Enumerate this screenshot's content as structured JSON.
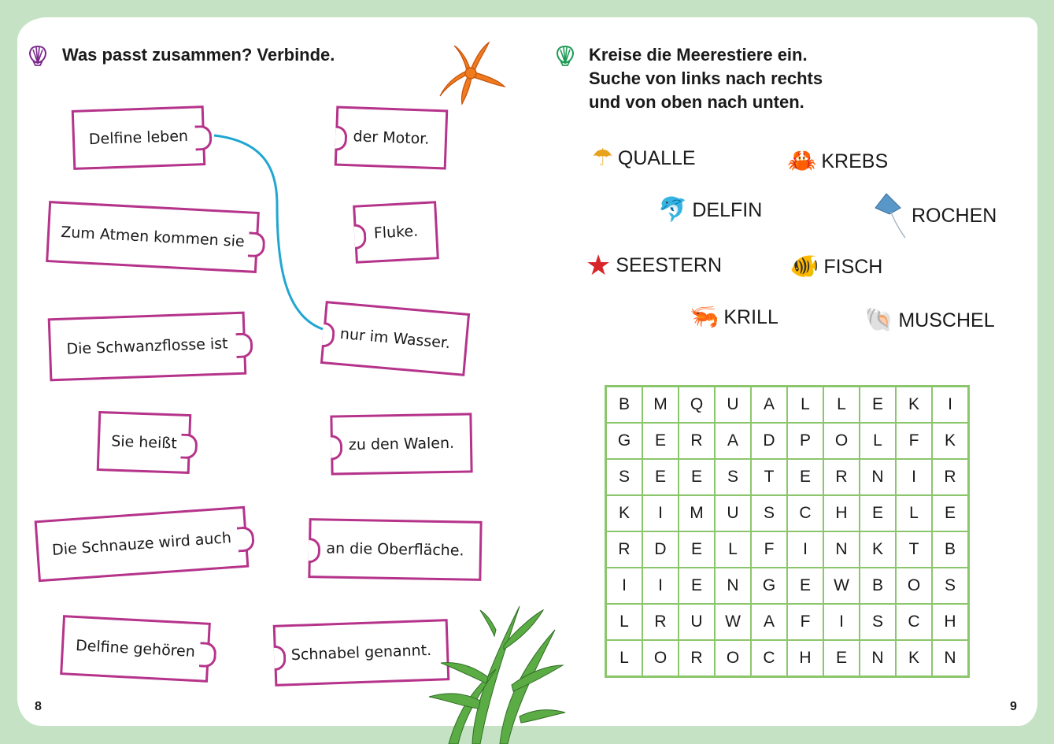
{
  "left_page": {
    "task_title": "Was passt zusammen? Verbinde.",
    "shell_icon_color": "#7b2a8c",
    "piece_border_color": "#b5338a",
    "connector_color": "#21a6d2",
    "left_pieces": [
      {
        "text": "Delfine leben"
      },
      {
        "text": "Zum Atmen kommen sie"
      },
      {
        "text": "Die Schwanzflosse ist"
      },
      {
        "text": "Sie heißt"
      },
      {
        "text": "Die Schnauze wird auch"
      },
      {
        "text": "Delfine gehören"
      }
    ],
    "right_pieces": [
      {
        "text": "der Motor."
      },
      {
        "text": "Fluke."
      },
      {
        "text": "nur im Wasser."
      },
      {
        "text": "zu den Walen."
      },
      {
        "text": "an die Oberfläche."
      },
      {
        "text": "Schnabel genannt."
      }
    ],
    "page_number": "8"
  },
  "right_page": {
    "task_title_lines": [
      "Kreise die Meerestiere ein.",
      "Suche von links nach rechts",
      "und von oben nach unten."
    ],
    "shell_icon_color": "#1e9a55",
    "animals": [
      {
        "label": "QUALLE",
        "icon": "jellyfish-icon",
        "glyph": "🪼"
      },
      {
        "label": "KREBS",
        "icon": "crab-icon",
        "glyph": "🦀"
      },
      {
        "label": "DELFIN",
        "icon": "dolphin-icon",
        "glyph": "🐬"
      },
      {
        "label": "ROCHEN",
        "icon": "stingray-icon",
        "glyph": "◆"
      },
      {
        "label": "SEESTERN",
        "icon": "starfish-icon",
        "glyph": "★"
      },
      {
        "label": "FISCH",
        "icon": "clownfish-icon",
        "glyph": "🐠"
      },
      {
        "label": "KRILL",
        "icon": "krill-icon",
        "glyph": "🦐"
      },
      {
        "label": "MUSCHEL",
        "icon": "shell-icon",
        "glyph": "🐚"
      }
    ],
    "grid_color": "#8cc66c",
    "grid": [
      [
        "B",
        "M",
        "Q",
        "U",
        "A",
        "L",
        "L",
        "E",
        "K",
        "I"
      ],
      [
        "G",
        "E",
        "R",
        "A",
        "D",
        "P",
        "O",
        "L",
        "F",
        "K"
      ],
      [
        "S",
        "E",
        "E",
        "S",
        "T",
        "E",
        "R",
        "N",
        "I",
        "R"
      ],
      [
        "K",
        "I",
        "M",
        "U",
        "S",
        "C",
        "H",
        "E",
        "L",
        "E"
      ],
      [
        "R",
        "D",
        "E",
        "L",
        "F",
        "I",
        "N",
        "K",
        "T",
        "B"
      ],
      [
        "I",
        "I",
        "E",
        "N",
        "G",
        "E",
        "W",
        "B",
        "O",
        "S"
      ],
      [
        "L",
        "R",
        "U",
        "W",
        "A",
        "F",
        "I",
        "S",
        "C",
        "H"
      ],
      [
        "L",
        "O",
        "R",
        "O",
        "C",
        "H",
        "E",
        "N",
        "K",
        "N"
      ]
    ],
    "page_number": "9"
  },
  "colors": {
    "background": "#c5e3c4",
    "page": "#ffffff",
    "starfish_orange": "#f07a1e",
    "starfish_red": "#d8262a",
    "seaweed": "#4f9d3a"
  }
}
